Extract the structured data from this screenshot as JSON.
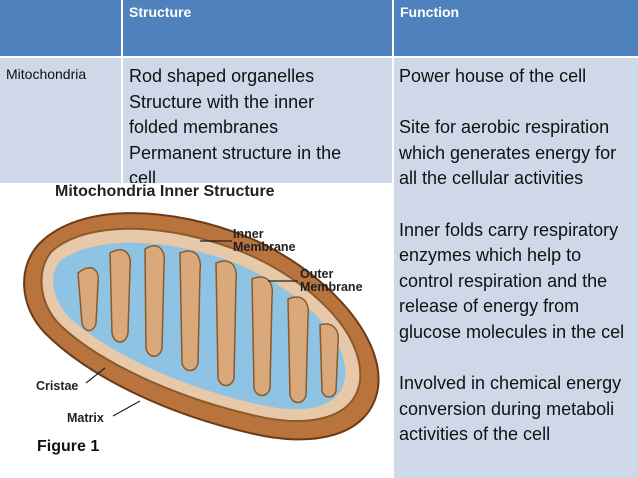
{
  "table": {
    "headers": [
      "",
      "Structure",
      "Function"
    ],
    "row": {
      "organelle": "Mitochondria",
      "structure_lines": [
        "Rod shaped organelles",
        "Structure  with the inner",
        "folded membranes",
        "Permanent structure in the",
        "cell"
      ],
      "function_paragraphs": [
        [
          "Power house of the cell"
        ],
        [
          "Site for aerobic  respiration",
          "which generates energy for",
          "all the cellular activities"
        ],
        [
          "Inner folds carry respiratory",
          "enzymes which help to",
          "control respiration and the",
          "release of energy from",
          "glucose molecules in the cel"
        ],
        [
          "Involved in chemical energy",
          "conversion  during metaboli",
          "activities of the cell"
        ]
      ]
    }
  },
  "figure": {
    "title": "Mitochondria Inner Structure",
    "labels": {
      "inner_membrane": [
        "Inner",
        "Membrane"
      ],
      "outer_membrane": [
        "Outer",
        "Membrane"
      ],
      "cristae": "Cristae",
      "matrix": "Matrix"
    },
    "caption": "Figure 1"
  },
  "colors": {
    "header_blue": "#4f81bd",
    "cell_light": "#cfd8e8",
    "outer_membrane": "#b8743c",
    "matrix_blue": "#8ec3e3"
  }
}
